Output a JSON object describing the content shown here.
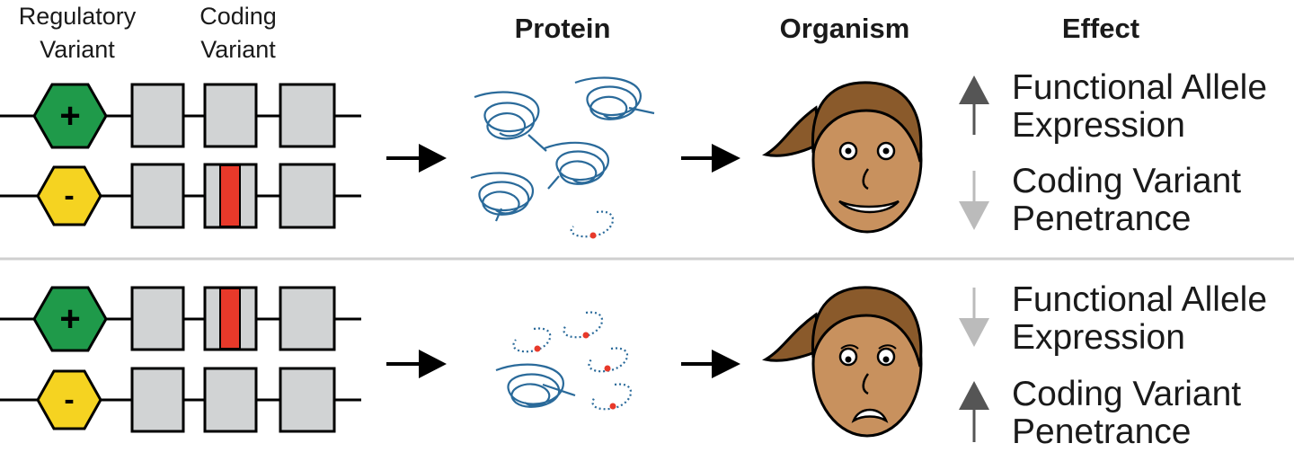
{
  "headers": {
    "regulatory": [
      "Regulatory",
      "Variant"
    ],
    "coding": [
      "Coding",
      "Variant"
    ],
    "protein": "Protein",
    "organism": "Organism",
    "effect": "Effect"
  },
  "symbols": {
    "plus": "+",
    "minus": "-"
  },
  "rows": [
    {
      "effects": [
        {
          "label_lines": [
            "Functional Allele",
            "Expression"
          ],
          "direction": "up",
          "arrow_color": "#555555"
        },
        {
          "label_lines": [
            "Coding Variant",
            "Penetrance"
          ],
          "direction": "down",
          "arrow_color": "#bbbbbb"
        }
      ],
      "face": "happy"
    },
    {
      "effects": [
        {
          "label_lines": [
            "Functional Allele",
            "Expression"
          ],
          "direction": "down",
          "arrow_color": "#bbbbbb"
        },
        {
          "label_lines": [
            "Coding Variant",
            "Penetrance"
          ],
          "direction": "up",
          "arrow_color": "#555555"
        }
      ],
      "face": "sad"
    }
  ],
  "colors": {
    "plus_hex": "#1f9a4a",
    "minus_hex": "#f5d321",
    "exon": "#d1d3d4",
    "variant": "#e8392a",
    "protein": "#2a6a9a",
    "skin": "#c8915e",
    "hair": "#8a5a2b"
  }
}
